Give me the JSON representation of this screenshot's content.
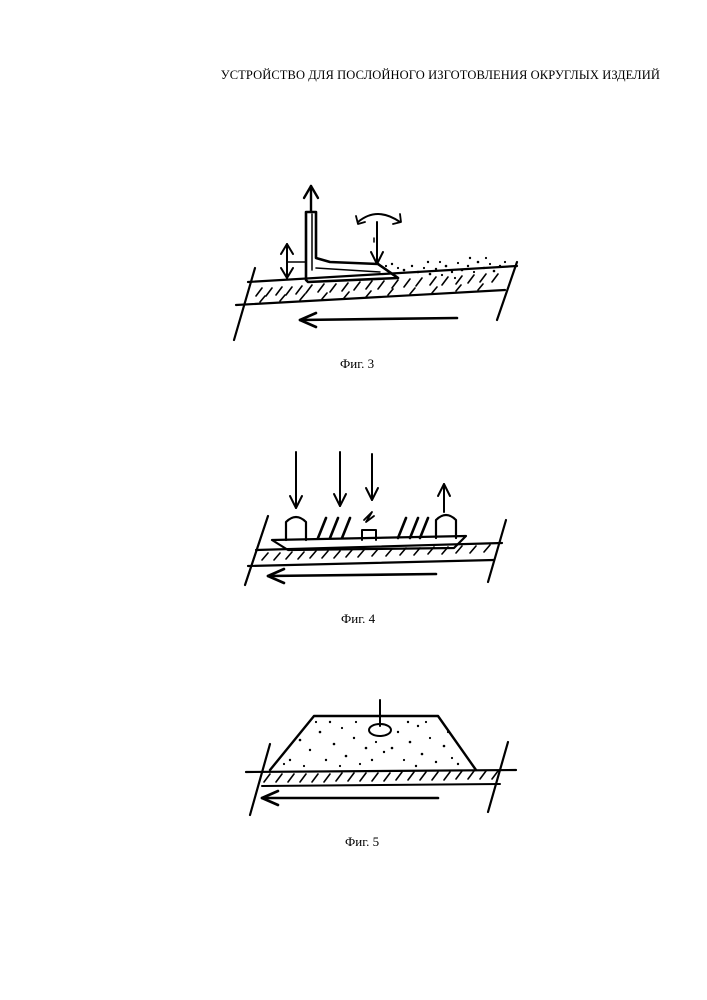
{
  "document": {
    "title": "УСТРОЙСТВО ДЛЯ ПОСЛОЙНОГО ИЗГОТОВЛЕНИЯ ОКРУГЛЫХ ИЗДЕЛИЙ"
  },
  "figures": [
    {
      "caption": "Фиг. 3"
    },
    {
      "caption": "Фиг. 4"
    },
    {
      "caption": "Фиг. 5"
    }
  ]
}
